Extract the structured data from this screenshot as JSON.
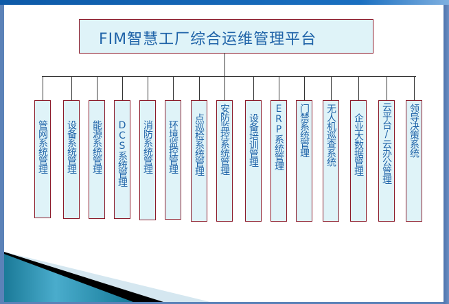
{
  "title": "FIM智慧工厂综合运维管理平台",
  "modules": [
    {
      "label": "管网系统管理"
    },
    {
      "label": "设备系统管理"
    },
    {
      "label": "能源系统管理"
    },
    {
      "label": "DCS系统管理"
    },
    {
      "label": "消防系统管理"
    },
    {
      "label": "环境监控管理"
    },
    {
      "label": "点巡检系统管理"
    },
    {
      "label": "安防监控系统管理"
    },
    {
      "label": "设备培训管理"
    },
    {
      "label": "ERP系统管理"
    },
    {
      "label": "门禁系统管理"
    },
    {
      "label": "无人机巡查系统"
    },
    {
      "label": "企业大数据管理"
    },
    {
      "label": "云平台/云办公管理"
    },
    {
      "label": "领导决策系统"
    }
  ],
  "colors": {
    "box_fill": "#dff3f8",
    "box_border": "#8b1a2a",
    "text": "#1f63a8"
  }
}
